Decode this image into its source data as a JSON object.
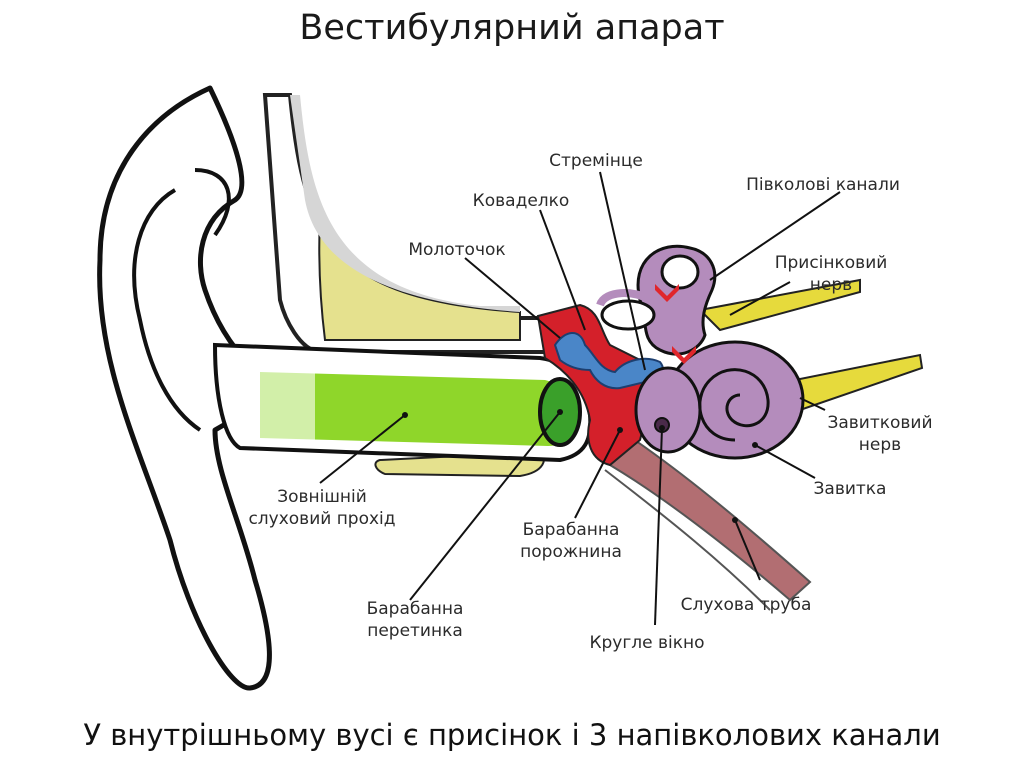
{
  "title": "Вестибулярний апарат",
  "caption": "У внутрішньому вусі є присінок і 3 напівколових канали",
  "labels": {
    "stirrup": "Стремінце",
    "anvil": "Коваделко",
    "hammer": "Молоточок",
    "semicircular_canals": "Півколові канали",
    "vestibular_nerve_1": "Присінковий",
    "vestibular_nerve_2": "нерв",
    "cochlear_nerve_1": "Завитковий",
    "cochlear_nerve_2": "нерв",
    "cochlea": "Завитка",
    "ear_canal_1": "Зовнішній",
    "ear_canal_2": "слуховий прохід",
    "tympanic_cavity_1": "Барабанна",
    "tympanic_cavity_2": "порожнина",
    "eardrum_1": "Барабанна",
    "eardrum_2": "перетинка",
    "auditory_tube": "Слухова труба",
    "round_window": "Кругле вікно"
  },
  "colors": {
    "ear_canal": "#8fd62a",
    "bone": "#e5e18e",
    "middle_ear": "#d4202a",
    "ossicles": "#4a86c8",
    "inner_ear": "#b48cbc",
    "nerve": "#e6da3c",
    "tube": "#b26e72",
    "marker": "#e0262b"
  }
}
